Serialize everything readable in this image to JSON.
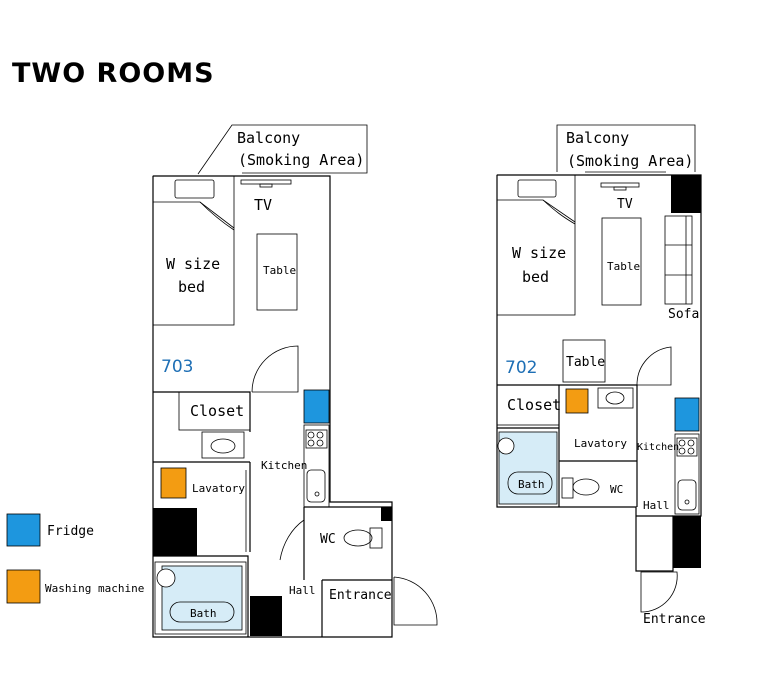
{
  "title": "TWO ROOMS",
  "colors": {
    "fridge": "#1e96de",
    "washing_machine": "#f39c12",
    "bath": "#d6ecf7",
    "room_number": "#1e6fb5",
    "storage": "#000000"
  },
  "legend": {
    "fridge": "Fridge",
    "washing_machine": "Washing machine"
  },
  "room_703": {
    "number": "703",
    "balcony": "Balcony",
    "smoking_area": "(Smoking Area)",
    "tv": "TV",
    "bed_line1": "W size",
    "bed_line2": "bed",
    "table": "Table",
    "closet": "Closet",
    "kitchen": "Kitchen",
    "lavatory": "Lavatory",
    "wc": "WC",
    "hall": "Hall",
    "bath": "Bath",
    "entrance": "Entrance"
  },
  "room_702": {
    "number": "702",
    "balcony": "Balcony",
    "smoking_area": "(Smoking Area)",
    "tv": "TV",
    "bed_line1": "W size",
    "bed_line2": "bed",
    "table": "Table",
    "sofa": "Sofa",
    "dining_table": "Table",
    "closet": "Closet",
    "lavatory": "Lavatory",
    "kitchen": "Kitchen",
    "bath": "Bath",
    "wc": "WC",
    "hall": "Hall",
    "entrance": "Entrance"
  }
}
